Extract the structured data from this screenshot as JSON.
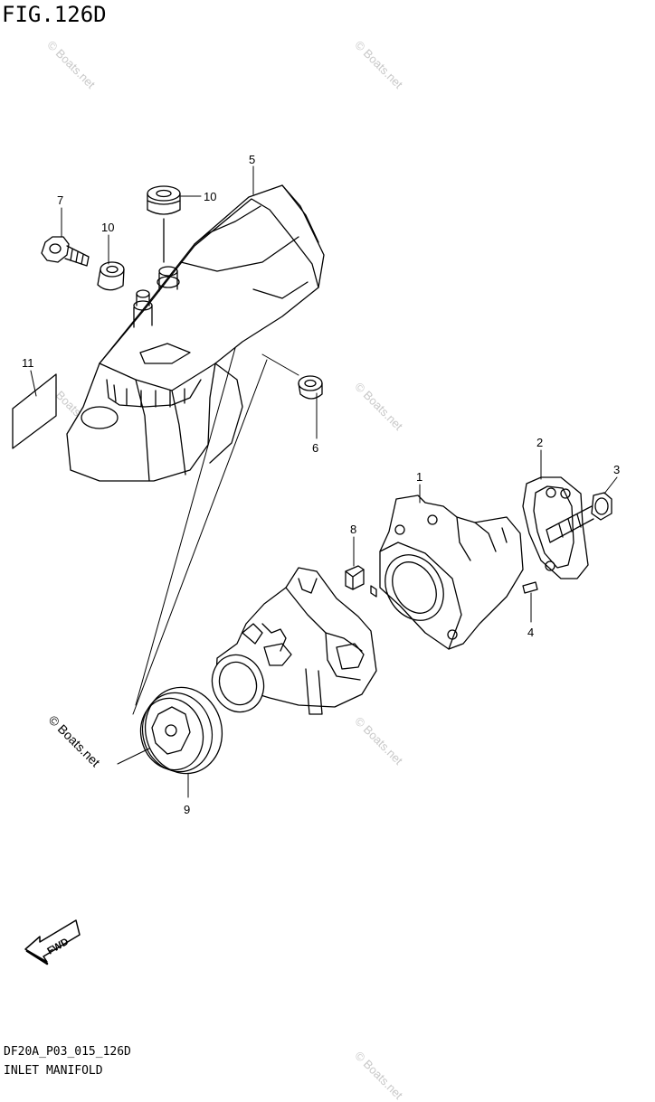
{
  "header": {
    "figure_id": "FIG.126D"
  },
  "footer": {
    "diagram_code": "DF20A_P03_015_126D",
    "title": "INLET MANIFOLD"
  },
  "watermark": {
    "text": "© Boats.net"
  },
  "fwd_arrow": {
    "label": "FWD"
  },
  "callouts": {
    "p1": "1",
    "p2": "2",
    "p3": "3",
    "p4": "4",
    "p5": "5",
    "p6": "6",
    "p7": "7",
    "p8": "8",
    "p9": "9",
    "p10a": "10",
    "p10b": "10",
    "p11": "11"
  }
}
